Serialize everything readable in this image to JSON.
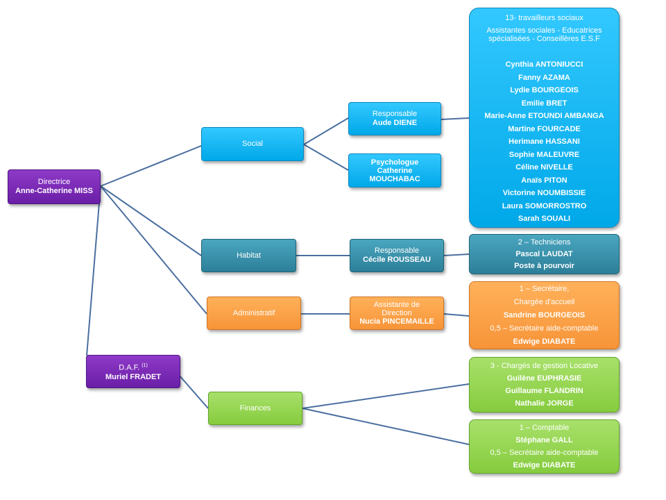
{
  "directrice": {
    "title": "Directrice",
    "name": "Anne-Catherine MISS"
  },
  "daf": {
    "title": "D.A.F.",
    "note": "(1)",
    "name": "Muriel FRADET"
  },
  "departments": {
    "social": "Social",
    "habitat": "Habitat",
    "administratif": "Administratif",
    "finances": "Finances"
  },
  "social_responsable": {
    "title": "Responsable",
    "name": "Aude DIENE"
  },
  "psychologue": {
    "title": "Psychologue",
    "name": "Catherine MOUCHABAC"
  },
  "habitat_responsable": {
    "title": "Responsable",
    "name": "Cécile ROUSSEAU"
  },
  "assistante": {
    "title": "Assistante de Direction",
    "name": "Nucia PINCEMAILLE"
  },
  "social_team": {
    "header": "13- travailleurs sociaux",
    "subheader": "Assistantes sociales - Educatrices spécialisées - Conseillères E.S.F",
    "members": [
      "Cynthia ANTONIUCCI",
      "Fanny AZAMA",
      "Lydie BOURGEOIS",
      "Emilie BRET",
      "Marie-Anne ETOUNDI AMBANGA",
      "Martine FOURCADE",
      "Herimane HASSANI",
      "Sophie MALEUVRE",
      "Céline NIVELLE",
      "Anaïs PITON",
      "Victorine NOUMBISSIE",
      "Laura SOMORROSTRO",
      "Sarah SOUALI"
    ]
  },
  "habitat_team": {
    "header": "2 – Techniciens",
    "members": [
      "Pascal LAUDAT",
      "Poste à  pourvoir"
    ]
  },
  "admin_team": {
    "line1": "1 – Secrétaire,",
    "line2": "Chargée d'accueil",
    "name1": "Sandrine BOURGEOIS",
    "line3": "0,5 – Secrétaire aide-comptable",
    "name2": "Edwige DIABATE"
  },
  "gestion_team": {
    "header": "3 - Chargés de gestion Locative",
    "members": [
      "Guilène EUPHRASIE",
      "Guillaume FLANDRIN",
      "Nathalie JORGE"
    ]
  },
  "compta_team": {
    "header": "1 – Comptable",
    "name1": "Stéphane GALL",
    "line2": "0,5 – Secrétaire aide-comptable",
    "name2": "Edwige DIABATE"
  },
  "colors": {
    "purple": "#7a2bb5",
    "cyan": "#00b0f0",
    "teal": "#31859c",
    "orange": "#f79646",
    "green": "#92d050",
    "connector": "#4a6fa0"
  }
}
